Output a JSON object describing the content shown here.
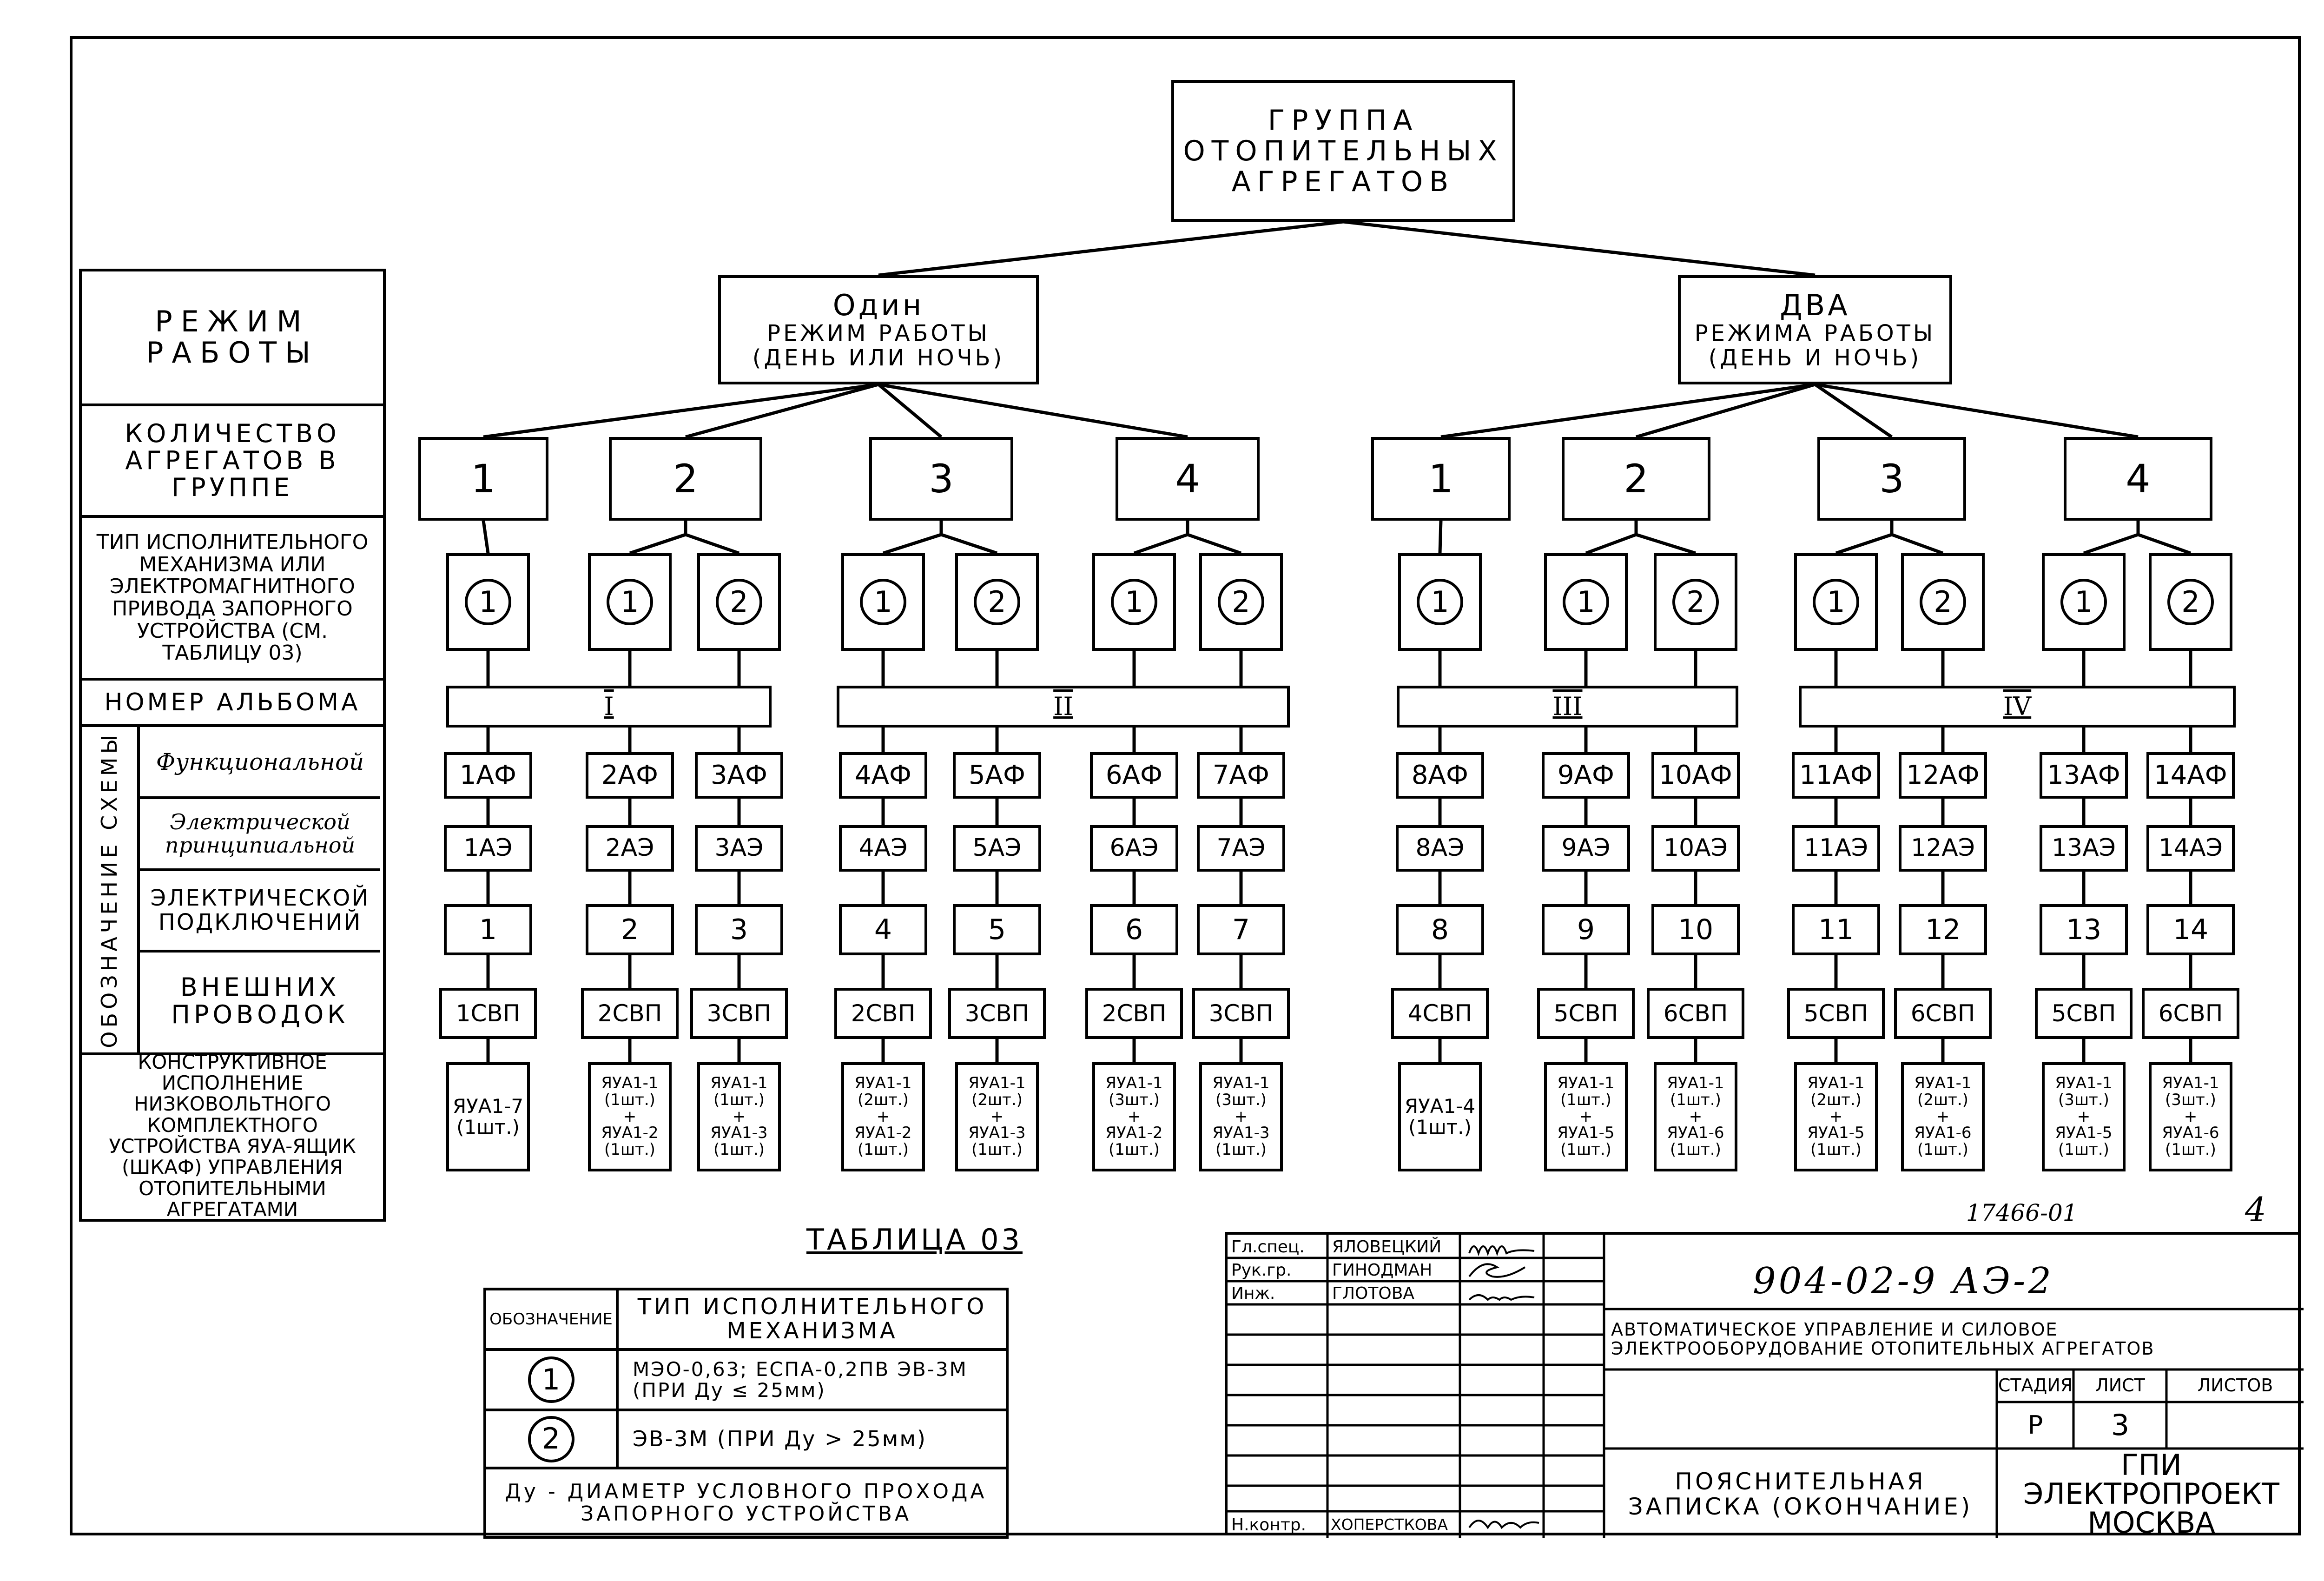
{
  "root": "ГРУППА ОТОПИТЕЛЬНЫХ АГРЕГАТОВ",
  "modes": [
    {
      "title": "Один",
      "sub": "РЕЖИМ РАБОТЫ",
      "paren": "(ДЕНЬ ИЛИ НОЧЬ)"
    },
    {
      "title": "ДВА",
      "sub": "РЕЖИМА РАБОТЫ",
      "paren": "(ДЕНЬ И НОЧЬ)"
    }
  ],
  "counts": [
    "1",
    "2",
    "3",
    "4",
    "1",
    "2",
    "3",
    "4"
  ],
  "mech_labels": [
    "1",
    "1",
    "2",
    "1",
    "2",
    "1",
    "2",
    "1",
    "1",
    "2",
    "1",
    "2",
    "1",
    "2"
  ],
  "albums": [
    "I",
    "II",
    "III",
    "IV"
  ],
  "af": [
    "1АФ",
    "2АФ",
    "3АФ",
    "4АФ",
    "5АФ",
    "6АФ",
    "7АФ",
    "8АФ",
    "9АФ",
    "10АФ",
    "11АФ",
    "12АФ",
    "13АФ",
    "14АФ"
  ],
  "ae": [
    "1АЭ",
    "2АЭ",
    "3АЭ",
    "4АЭ",
    "5АЭ",
    "6АЭ",
    "7АЭ",
    "8АЭ",
    "9АЭ",
    "10АЭ",
    "11АЭ",
    "12АЭ",
    "13АЭ",
    "14АЭ"
  ],
  "conn": [
    "1",
    "2",
    "3",
    "4",
    "5",
    "6",
    "7",
    "8",
    "9",
    "10",
    "11",
    "12",
    "13",
    "14"
  ],
  "svp": [
    "1СВП",
    "2СВП",
    "3СВП",
    "2СВП",
    "3СВП",
    "2СВП",
    "3СВП",
    "4СВП",
    "5СВП",
    "6СВП",
    "5СВП",
    "6СВП",
    "5СВП",
    "6СВП"
  ],
  "yaua": [
    [
      "ЯУА1-7",
      "(1шт.)"
    ],
    [
      "ЯУА1-1",
      "(1шт.)",
      "+",
      "ЯУА1-2",
      "(1шт.)"
    ],
    [
      "ЯУА1-1",
      "(1шт.)",
      "+",
      "ЯУА1-3",
      "(1шт.)"
    ],
    [
      "ЯУА1-1",
      "(2шт.)",
      "+",
      "ЯУА1-2",
      "(1шт.)"
    ],
    [
      "ЯУА1-1",
      "(2шт.)",
      "+",
      "ЯУА1-3",
      "(1шт.)"
    ],
    [
      "ЯУА1-1",
      "(3шт.)",
      "+",
      "ЯУА1-2",
      "(1шт.)"
    ],
    [
      "ЯУА1-1",
      "(3шт.)",
      "+",
      "ЯУА1-3",
      "(1шт.)"
    ],
    [
      "ЯУА1-4",
      "(1шт.)"
    ],
    [
      "ЯУА1-1",
      "(1шт.)",
      "+",
      "ЯУА1-5",
      "(1шт.)"
    ],
    [
      "ЯУА1-1",
      "(1шт.)",
      "+",
      "ЯУА1-6",
      "(1шт.)"
    ],
    [
      "ЯУА1-1",
      "(2шт.)",
      "+",
      "ЯУА1-5",
      "(1шт.)"
    ],
    [
      "ЯУА1-1",
      "(2шт.)",
      "+",
      "ЯУА1-6",
      "(1шт.)"
    ],
    [
      "ЯУА1-1",
      "(3шт.)",
      "+",
      "ЯУА1-5",
      "(1шт.)"
    ],
    [
      "ЯУА1-1",
      "(3шт.)",
      "+",
      "ЯУА1-6",
      "(1шт.)"
    ]
  ],
  "legend": {
    "mode": "РЕЖИМ РАБОТЫ",
    "count": "КОЛИЧЕСТВО АГРЕГАТОВ В ГРУППЕ",
    "mech": "ТИП ИСПОЛНИТЕЛЬНОГО МЕХАНИЗМА ИЛИ ЭЛЕКТРОМАГНИТНОГО ПРИВОДА ЗАПОРНОГО УСТРОЙСТВА (СМ. ТАБЛИЦУ 03)",
    "album": "НОМЕР АЛЬБОМА",
    "oboz": "ОБОЗНАЧЕНИЕ СХЕМЫ",
    "func": "Функциональной",
    "elpr": "Электрической принципиальной",
    "elpod": "ЭЛЕКТРИЧЕСКОЙ ПОДКЛЮЧЕНИЙ",
    "vnesh": "ВНЕШНИХ ПРОВОДОК",
    "konstr": "КОНСТРУКТИВНОЕ ИСПОЛНЕНИЕ НИЗКОВОЛЬТНОГО КОМПЛЕКТНОГО УСТРОЙСТВА ЯУА-ЯЩИК (ШКАФ) УПРАВЛЕНИЯ ОТОПИТЕЛЬНЫМИ АГРЕГАТАМИ"
  },
  "table03": {
    "title": "ТАБЛИЦА 03",
    "h1": "ОБОЗНАЧЕНИЕ",
    "h2": "ТИП ИСПОЛНИТЕЛЬНОГО МЕХАНИЗМА",
    "r1n": "1",
    "r1": "МЭО-0,63; ЕСПА-0,2ПВ ЭВ-3М (ПРИ Ду ≤ 25мм)",
    "r2n": "2",
    "r2": "ЭВ-3М (ПРИ Ду > 25мм)",
    "note": "Ду - ДИАМЕТР УСЛОВНОГО ПРОХОДА ЗАПОРНОГО УСТРОЙСТВА"
  },
  "stamp": {
    "rows": [
      {
        "role": "Гл.спец.",
        "name": "ЯЛОВЕЦКИЙ"
      },
      {
        "role": "Рук.гр.",
        "name": "ГИНОДМАН"
      },
      {
        "role": "Инж.",
        "name": "ГЛОТОВА"
      },
      {
        "role": "Н.контр.",
        "name": "ХОПЕРСТКОВА"
      }
    ],
    "code": "904-02-9  АЭ-2",
    "desc": "АВТОМАТИЧЕСКОЕ УПРАВЛЕНИЕ И СИЛОВОЕ ЭЛЕКТРООБОРУДОВАНИЕ ОТОПИТЕЛЬНЫХ АГРЕГАТОВ",
    "stage_h": "СТАДИЯ",
    "sheet_h": "ЛИСТ",
    "sheets_h": "ЛИСТОВ",
    "stage": "Р",
    "sheet": "3",
    "note": "ПОЯСНИТЕЛЬНАЯ ЗАПИСКА (ОКОНЧАНИЕ)",
    "org1": "ГПИ",
    "org2": "ЭЛЕКТРОПРОЕКТ",
    "org3": "МОСКВА"
  },
  "archive": "17466-01",
  "page_num": "4"
}
